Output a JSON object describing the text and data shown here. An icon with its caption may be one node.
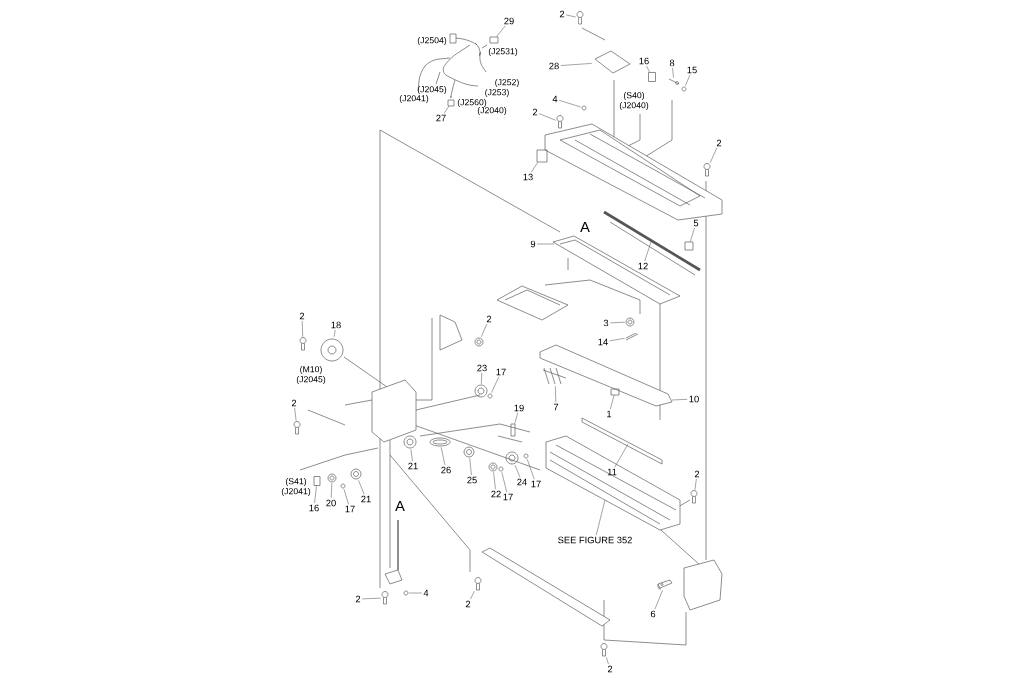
{
  "diagram": {
    "nodes": [
      {
        "text": [
          "2"
        ]
      },
      {
        "text": [
          "29"
        ]
      },
      {
        "text": [
          "28"
        ]
      },
      {
        "text": [
          "16"
        ]
      },
      {
        "text": [
          "8"
        ]
      },
      {
        "text": [
          "15"
        ]
      },
      {
        "text": [
          "4"
        ]
      },
      {
        "text": [
          "2"
        ]
      },
      {
        "text": [
          "27"
        ]
      },
      {
        "text": [
          "2"
        ]
      },
      {
        "text": [
          "13"
        ]
      },
      {
        "text": [
          "5"
        ]
      },
      {
        "text": [
          "9"
        ]
      },
      {
        "text": [
          "12"
        ]
      },
      {
        "text": [
          "2"
        ]
      },
      {
        "text": [
          "18"
        ]
      },
      {
        "text": [
          "2"
        ]
      },
      {
        "text": [
          "3"
        ]
      },
      {
        "text": [
          "14"
        ]
      },
      {
        "text": [
          "23"
        ]
      },
      {
        "text": [
          "17"
        ]
      },
      {
        "text": [
          "10"
        ]
      },
      {
        "text": [
          "2"
        ]
      },
      {
        "text": [
          "7"
        ]
      },
      {
        "text": [
          "1"
        ]
      },
      {
        "text": [
          "19"
        ]
      },
      {
        "text": [
          "11"
        ]
      },
      {
        "text": [
          "21"
        ]
      },
      {
        "text": [
          "26"
        ]
      },
      {
        "text": [
          "25"
        ]
      },
      {
        "text": [
          "24"
        ]
      },
      {
        "text": [
          "22"
        ]
      },
      {
        "text": [
          "17"
        ]
      },
      {
        "text": [
          "17"
        ]
      },
      {
        "text": [
          "2"
        ]
      },
      {
        "text": [
          "16"
        ]
      },
      {
        "text": [
          "20"
        ]
      },
      {
        "text": [
          "17"
        ]
      },
      {
        "text": [
          "21"
        ]
      },
      {
        "text": [
          "SEE FIGURE 352"
        ]
      },
      {
        "text": [
          "2"
        ]
      },
      {
        "text": [
          "4"
        ]
      },
      {
        "text": [
          "2"
        ]
      },
      {
        "text": [
          "6"
        ]
      },
      {
        "text": [
          "2"
        ]
      },
      {
        "text": [],
        "shape": "picture"
      },
      {
        "text": [],
        "shape": "box"
      },
      {
        "text": [],
        "shape": "picture"
      },
      {
        "text": [],
        "shape": "box"
      },
      {
        "text": [],
        "shape": "picture"
      },
      {
        "text": [],
        "shape": "picture"
      },
      {
        "text": [],
        "shape": "picture"
      },
      {
        "text": [],
        "shape": "picture"
      },
      {
        "text": [],
        "shape": "box"
      },
      {
        "text": [],
        "shape": "picture"
      },
      {
        "text": [],
        "shape": "box"
      },
      {
        "text": [],
        "shape": "box"
      },
      {
        "text": [],
        "shape": "picture"
      },
      {
        "text": [],
        "shape": "picture"
      },
      {
        "text": [],
        "shape": "picture"
      },
      {
        "text": [],
        "shape": "picture"
      },
      {
        "text": [],
        "shape": "picture"
      },
      {
        "text": [],
        "shape": "picture"
      },
      {
        "text": [],
        "shape": "picture"
      },
      {
        "text": [],
        "shape": "picture"
      },
      {
        "text": [],
        "shape": "picture"
      },
      {
        "text": [],
        "shape": "box"
      },
      {
        "text": [],
        "shape": "box"
      },
      {
        "text": [],
        "shape": "picture"
      },
      {
        "text": [],
        "shape": "picture"
      },
      {
        "text": [],
        "shape": "picture"
      },
      {
        "text": [],
        "shape": "picture"
      },
      {
        "text": [],
        "shape": "picture"
      },
      {
        "text": [],
        "shape": "picture"
      },
      {
        "text": [],
        "shape": "picture"
      },
      {
        "text": [],
        "shape": "picture"
      },
      {
        "text": [],
        "shape": "box"
      },
      {
        "text": [],
        "shape": "picture"
      },
      {
        "text": [],
        "shape": "picture"
      },
      {
        "text": [],
        "shape": "picture"
      },
      {
        "text": [],
        "shape": "picture"
      },
      {
        "text": [],
        "shape": "picture"
      },
      {
        "text": [],
        "shape": "picture"
      },
      {
        "text": [],
        "shape": "picture"
      },
      {
        "text": [],
        "shape": "picture"
      }
    ],
    "edges": [
      {
        "from": 0,
        "to": 45,
        "arrow": "none"
      },
      {
        "from": 1,
        "to": 46,
        "arrow": "none"
      },
      {
        "from": 2,
        "to": 47,
        "arrow": "none"
      },
      {
        "from": 3,
        "to": 48,
        "arrow": "none"
      },
      {
        "from": 4,
        "to": 49,
        "arrow": "none"
      },
      {
        "from": 5,
        "to": 50,
        "arrow": "none"
      },
      {
        "from": 6,
        "to": 51,
        "arrow": "none"
      },
      {
        "from": 7,
        "to": 52,
        "arrow": "none"
      },
      {
        "from": 8,
        "to": 53,
        "arrow": "none"
      },
      {
        "from": 9,
        "to": 54,
        "arrow": "none"
      },
      {
        "from": 10,
        "to": 55,
        "arrow": "none"
      },
      {
        "from": 11,
        "to": 56,
        "arrow": "none"
      },
      {
        "from": 12,
        "to": null,
        "arrow": "none"
      },
      {
        "from": 13,
        "to": null,
        "arrow": "none"
      },
      {
        "from": 14,
        "to": 57,
        "arrow": "none"
      },
      {
        "from": 15,
        "to": 58,
        "arrow": "none"
      },
      {
        "from": 16,
        "to": 59,
        "arrow": "none"
      },
      {
        "from": 17,
        "to": 60,
        "arrow": "none"
      },
      {
        "from": 18,
        "to": 61,
        "arrow": "none"
      },
      {
        "from": 19,
        "to": 62,
        "arrow": "none"
      },
      {
        "from": 20,
        "to": 63,
        "arrow": "none"
      },
      {
        "from": 21,
        "to": null,
        "arrow": "none"
      },
      {
        "from": 22,
        "to": 64,
        "arrow": "none"
      },
      {
        "from": 23,
        "to": 65,
        "arrow": "none"
      },
      {
        "from": 24,
        "to": 66,
        "arrow": "none"
      },
      {
        "from": 25,
        "to": 67,
        "arrow": "none"
      },
      {
        "from": 26,
        "to": null,
        "arrow": "none"
      },
      {
        "from": 27,
        "to": 68,
        "arrow": "none"
      },
      {
        "from": 28,
        "to": 69,
        "arrow": "none"
      },
      {
        "from": 29,
        "to": 70,
        "arrow": "none"
      },
      {
        "from": 30,
        "to": 71,
        "arrow": "none"
      },
      {
        "from": 31,
        "to": 72,
        "arrow": "none"
      },
      {
        "from": 32,
        "to": 73,
        "arrow": "none"
      },
      {
        "from": 33,
        "to": 74,
        "arrow": "none"
      },
      {
        "from": 34,
        "to": 75,
        "arrow": "none"
      },
      {
        "from": 35,
        "to": 76,
        "arrow": "none"
      },
      {
        "from": 36,
        "to": 77,
        "arrow": "none"
      },
      {
        "from": 37,
        "to": 78,
        "arrow": "none"
      },
      {
        "from": 38,
        "to": 79,
        "arrow": "none"
      },
      {
        "from": 39,
        "to": null,
        "arrow": "none"
      },
      {
        "from": 40,
        "to": 80,
        "arrow": "none"
      },
      {
        "from": 41,
        "to": 81,
        "arrow": "none"
      },
      {
        "from": 42,
        "to": 82,
        "arrow": "none"
      },
      {
        "from": 43,
        "to": 83,
        "arrow": "none"
      },
      {
        "from": 44,
        "to": 84,
        "arrow": "none"
      }
    ],
    "labels": [
      "(J2504)",
      "(J2531)",
      "(J252)",
      "(J2045)",
      "(J2041)",
      "(J253)",
      "(J2560)",
      "(J2040)",
      "(S40) (J2040)",
      "A",
      "(M10) (J2045)",
      "(S41) (J2041)",
      "A"
    ]
  }
}
